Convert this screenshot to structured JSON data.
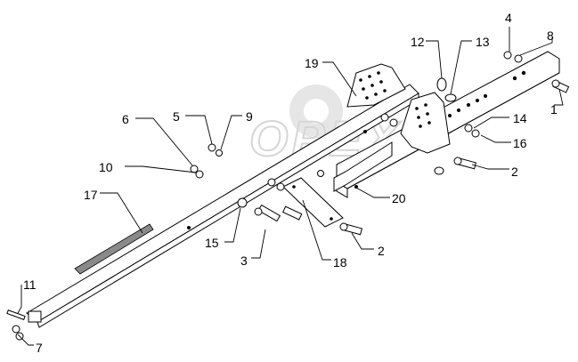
{
  "watermark": {
    "text": "OPEX"
  },
  "callouts": [
    {
      "id": "1",
      "label": "1"
    },
    {
      "id": "2a",
      "label": "2"
    },
    {
      "id": "2b",
      "label": "2"
    },
    {
      "id": "3",
      "label": "3"
    },
    {
      "id": "4",
      "label": "4"
    },
    {
      "id": "5",
      "label": "5"
    },
    {
      "id": "6",
      "label": "6"
    },
    {
      "id": "7",
      "label": "7"
    },
    {
      "id": "8",
      "label": "8"
    },
    {
      "id": "9",
      "label": "9"
    },
    {
      "id": "10",
      "label": "10"
    },
    {
      "id": "11",
      "label": "11"
    },
    {
      "id": "12",
      "label": "12"
    },
    {
      "id": "13",
      "label": "13"
    },
    {
      "id": "14",
      "label": "14"
    },
    {
      "id": "15",
      "label": "15"
    },
    {
      "id": "16",
      "label": "16"
    },
    {
      "id": "17",
      "label": "17"
    },
    {
      "id": "18",
      "label": "18"
    },
    {
      "id": "19",
      "label": "19"
    },
    {
      "id": "20",
      "label": "20"
    }
  ]
}
